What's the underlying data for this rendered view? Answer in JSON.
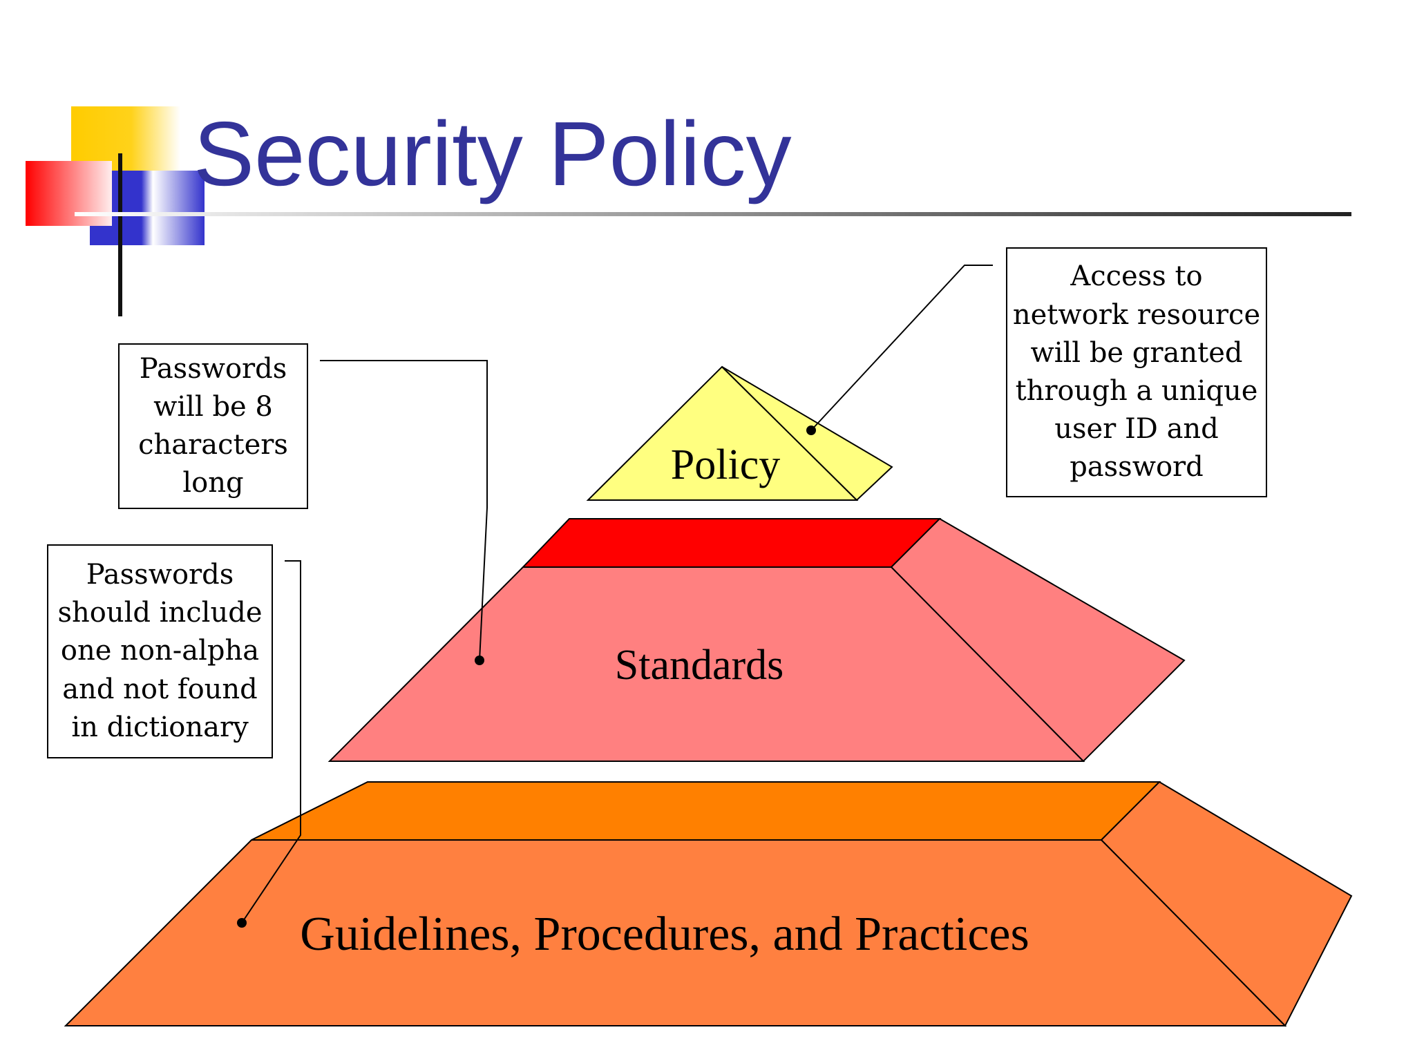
{
  "slide": {
    "title": "Security Policy"
  },
  "pyramid": {
    "tiers": [
      {
        "id": "policy",
        "label": "Policy",
        "color": "#ffff80"
      },
      {
        "id": "standards",
        "label": "Standards",
        "color": "#ff8080",
        "top_face_color": "#ff0000"
      },
      {
        "id": "guidelines",
        "label": "Guidelines, Procedures, and Practices",
        "color": "#ff8040",
        "top_face_color": "#ff8000"
      }
    ]
  },
  "callouts": {
    "policy": "Access to\nnetwork resource\nwill be granted\nthrough a unique\nuser ID and\npassword",
    "standards": "Passwords\nwill be 8\ncharacters\nlong",
    "guidelines": "Passwords\nshould include\none non-alpha\nand not found\nin dictionary"
  },
  "colors": {
    "title": "#333399",
    "logo_yellow": "#ffcc00",
    "logo_red": "#ff0000",
    "logo_blue": "#3333cc",
    "rule": "#333333"
  }
}
